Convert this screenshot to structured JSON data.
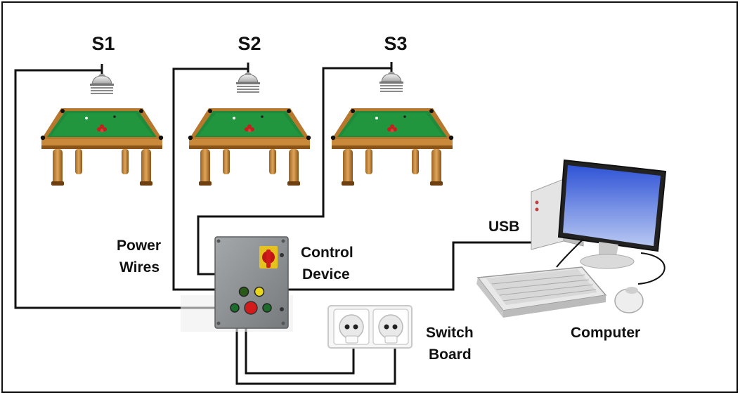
{
  "tables": [
    {
      "id": "s1",
      "label": "S1"
    },
    {
      "id": "s2",
      "label": "S2"
    },
    {
      "id": "s3",
      "label": "S3"
    }
  ],
  "labels": {
    "power": "Power",
    "wires": "Wires",
    "control": "Control",
    "device": "Device",
    "usb": "USB",
    "switch": "Switch",
    "board": "Board",
    "computer": "Computer"
  },
  "colors": {
    "felt": "#1f8a3a",
    "felt_dark": "#13652a",
    "wood": "#c88a3a",
    "wood_dark": "#8a5418",
    "wire": "#111111",
    "box": "#8d9193",
    "screen": "#3f63d8"
  }
}
